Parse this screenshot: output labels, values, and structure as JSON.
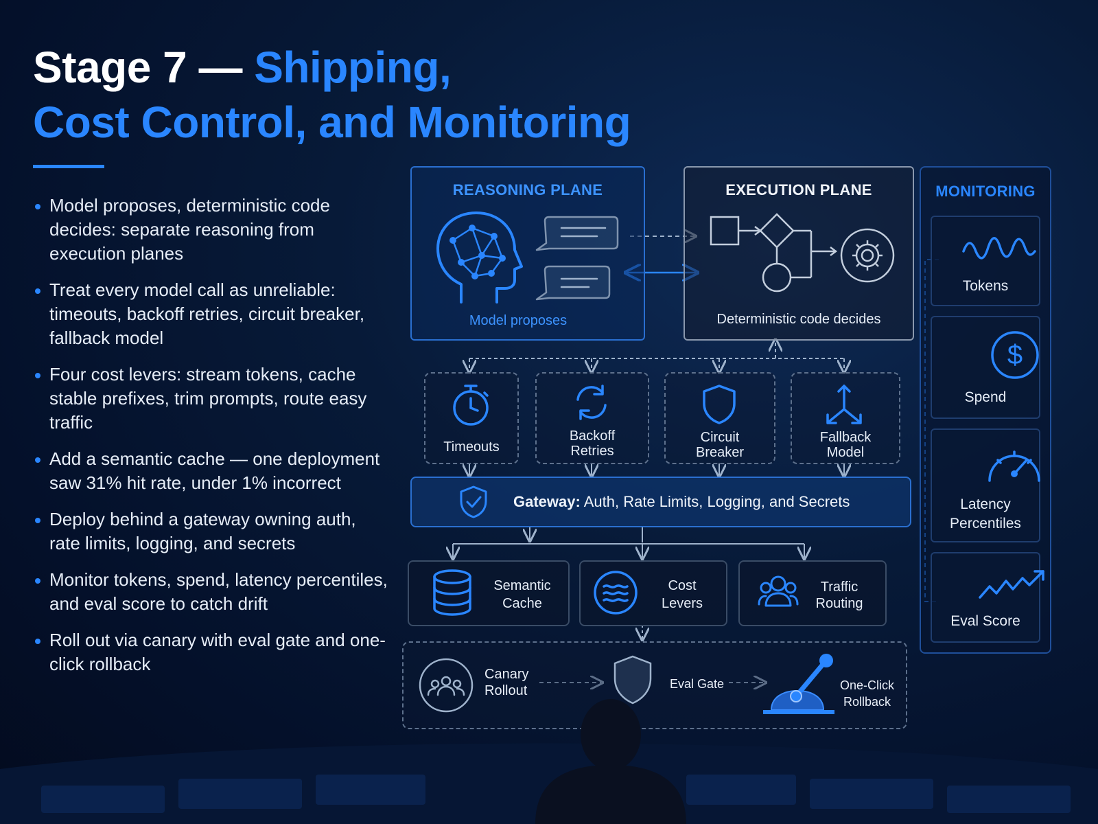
{
  "title": {
    "part1": "Stage 7 — ",
    "part2": "Shipping,",
    "part3": "Cost Control, and Monitoring"
  },
  "bullets": [
    "Model proposes, deterministic code decides: separate reasoning from execution planes",
    "Treat every model call as unreliable: timeouts, backoff retries, circuit breaker, fallback model",
    "Four cost levers: stream tokens, cache stable prefixes, trim prompts, route easy traffic",
    "Add a semantic cache — one deployment saw 31% hit rate, under 1% incorrect",
    "Deploy behind a gateway owning auth, rate limits, logging, and secrets",
    "Monitor tokens, spend, latency percentiles, and eval score to catch drift",
    "Roll out via canary with eval gate and one-click rollback"
  ],
  "reasoning": {
    "header": "REASONING PLANE",
    "caption": "Model proposes"
  },
  "execution": {
    "header": "EXECUTION PLANE",
    "caption": "Deterministic code decides"
  },
  "reliability": {
    "timeouts": "Timeouts",
    "backoff": [
      "Backoff",
      "Retries"
    ],
    "circuit": [
      "Circuit",
      "Breaker"
    ],
    "fallback": [
      "Fallback",
      "Model"
    ]
  },
  "gateway": {
    "bold": "Gateway:",
    "rest": " Auth, Rate Limits, Logging, and Secrets"
  },
  "levers": {
    "cache": [
      "Semantic",
      "Cache"
    ],
    "cost": [
      "Cost",
      "Levers"
    ],
    "routing": [
      "Traffic",
      "Routing"
    ]
  },
  "rollout": {
    "canary": [
      "Canary",
      "Rollout"
    ],
    "gate": "Eval Gate",
    "rollback": [
      "One-Click",
      "Rollback"
    ]
  },
  "monitoring": {
    "header": "MONITORING",
    "tokens": "Tokens",
    "spend": "Spend",
    "latency": [
      "Latency",
      "Percentiles"
    ],
    "eval": "Eval Score"
  },
  "colors": {
    "accent": "#2a86ff",
    "background": "#04102a",
    "text": "#e6edf7"
  }
}
